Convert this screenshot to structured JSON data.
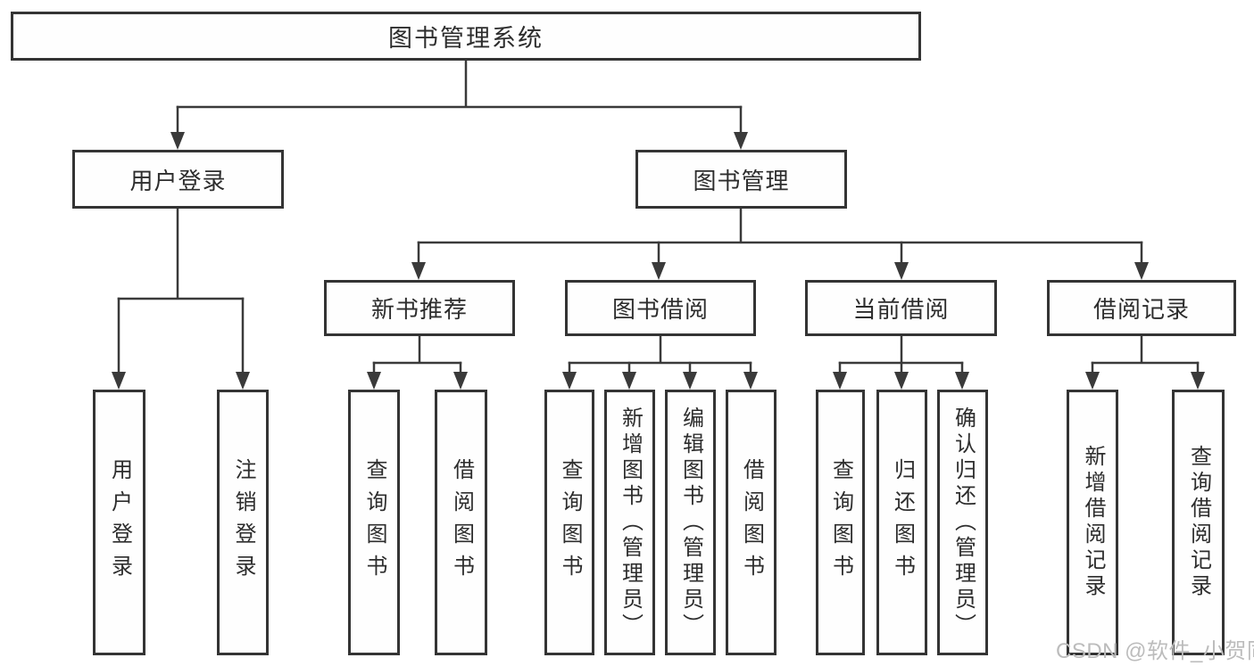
{
  "diagram": {
    "root": "图书管理系统",
    "branches": {
      "user_login": {
        "label": "用户登录",
        "children": [
          "用户登录",
          "注销登录"
        ]
      },
      "book_mgmt": {
        "label": "图书管理",
        "sections": [
          {
            "label": "新书推荐",
            "children": [
              "查询图书",
              "借阅图书"
            ]
          },
          {
            "label": "图书借阅",
            "children": [
              "查询图书",
              "新增图书（管理员）",
              "编辑图书（管理员）",
              "借阅图书"
            ]
          },
          {
            "label": "当前借阅",
            "children": [
              "查询图书",
              "归还图书",
              "确认归还（管理员）"
            ]
          },
          {
            "label": "借阅记录",
            "children": [
              "新增借阅记录",
              "查询借阅记录"
            ]
          }
        ]
      }
    }
  },
  "watermark": {
    "text": "CSDN @软件_小贺同学"
  },
  "colors": {
    "line": "#3a3a3a",
    "box_border": "#343434",
    "text": "#2d2d2d",
    "watermark": "#bcbcbc",
    "background": "#ffffff"
  }
}
